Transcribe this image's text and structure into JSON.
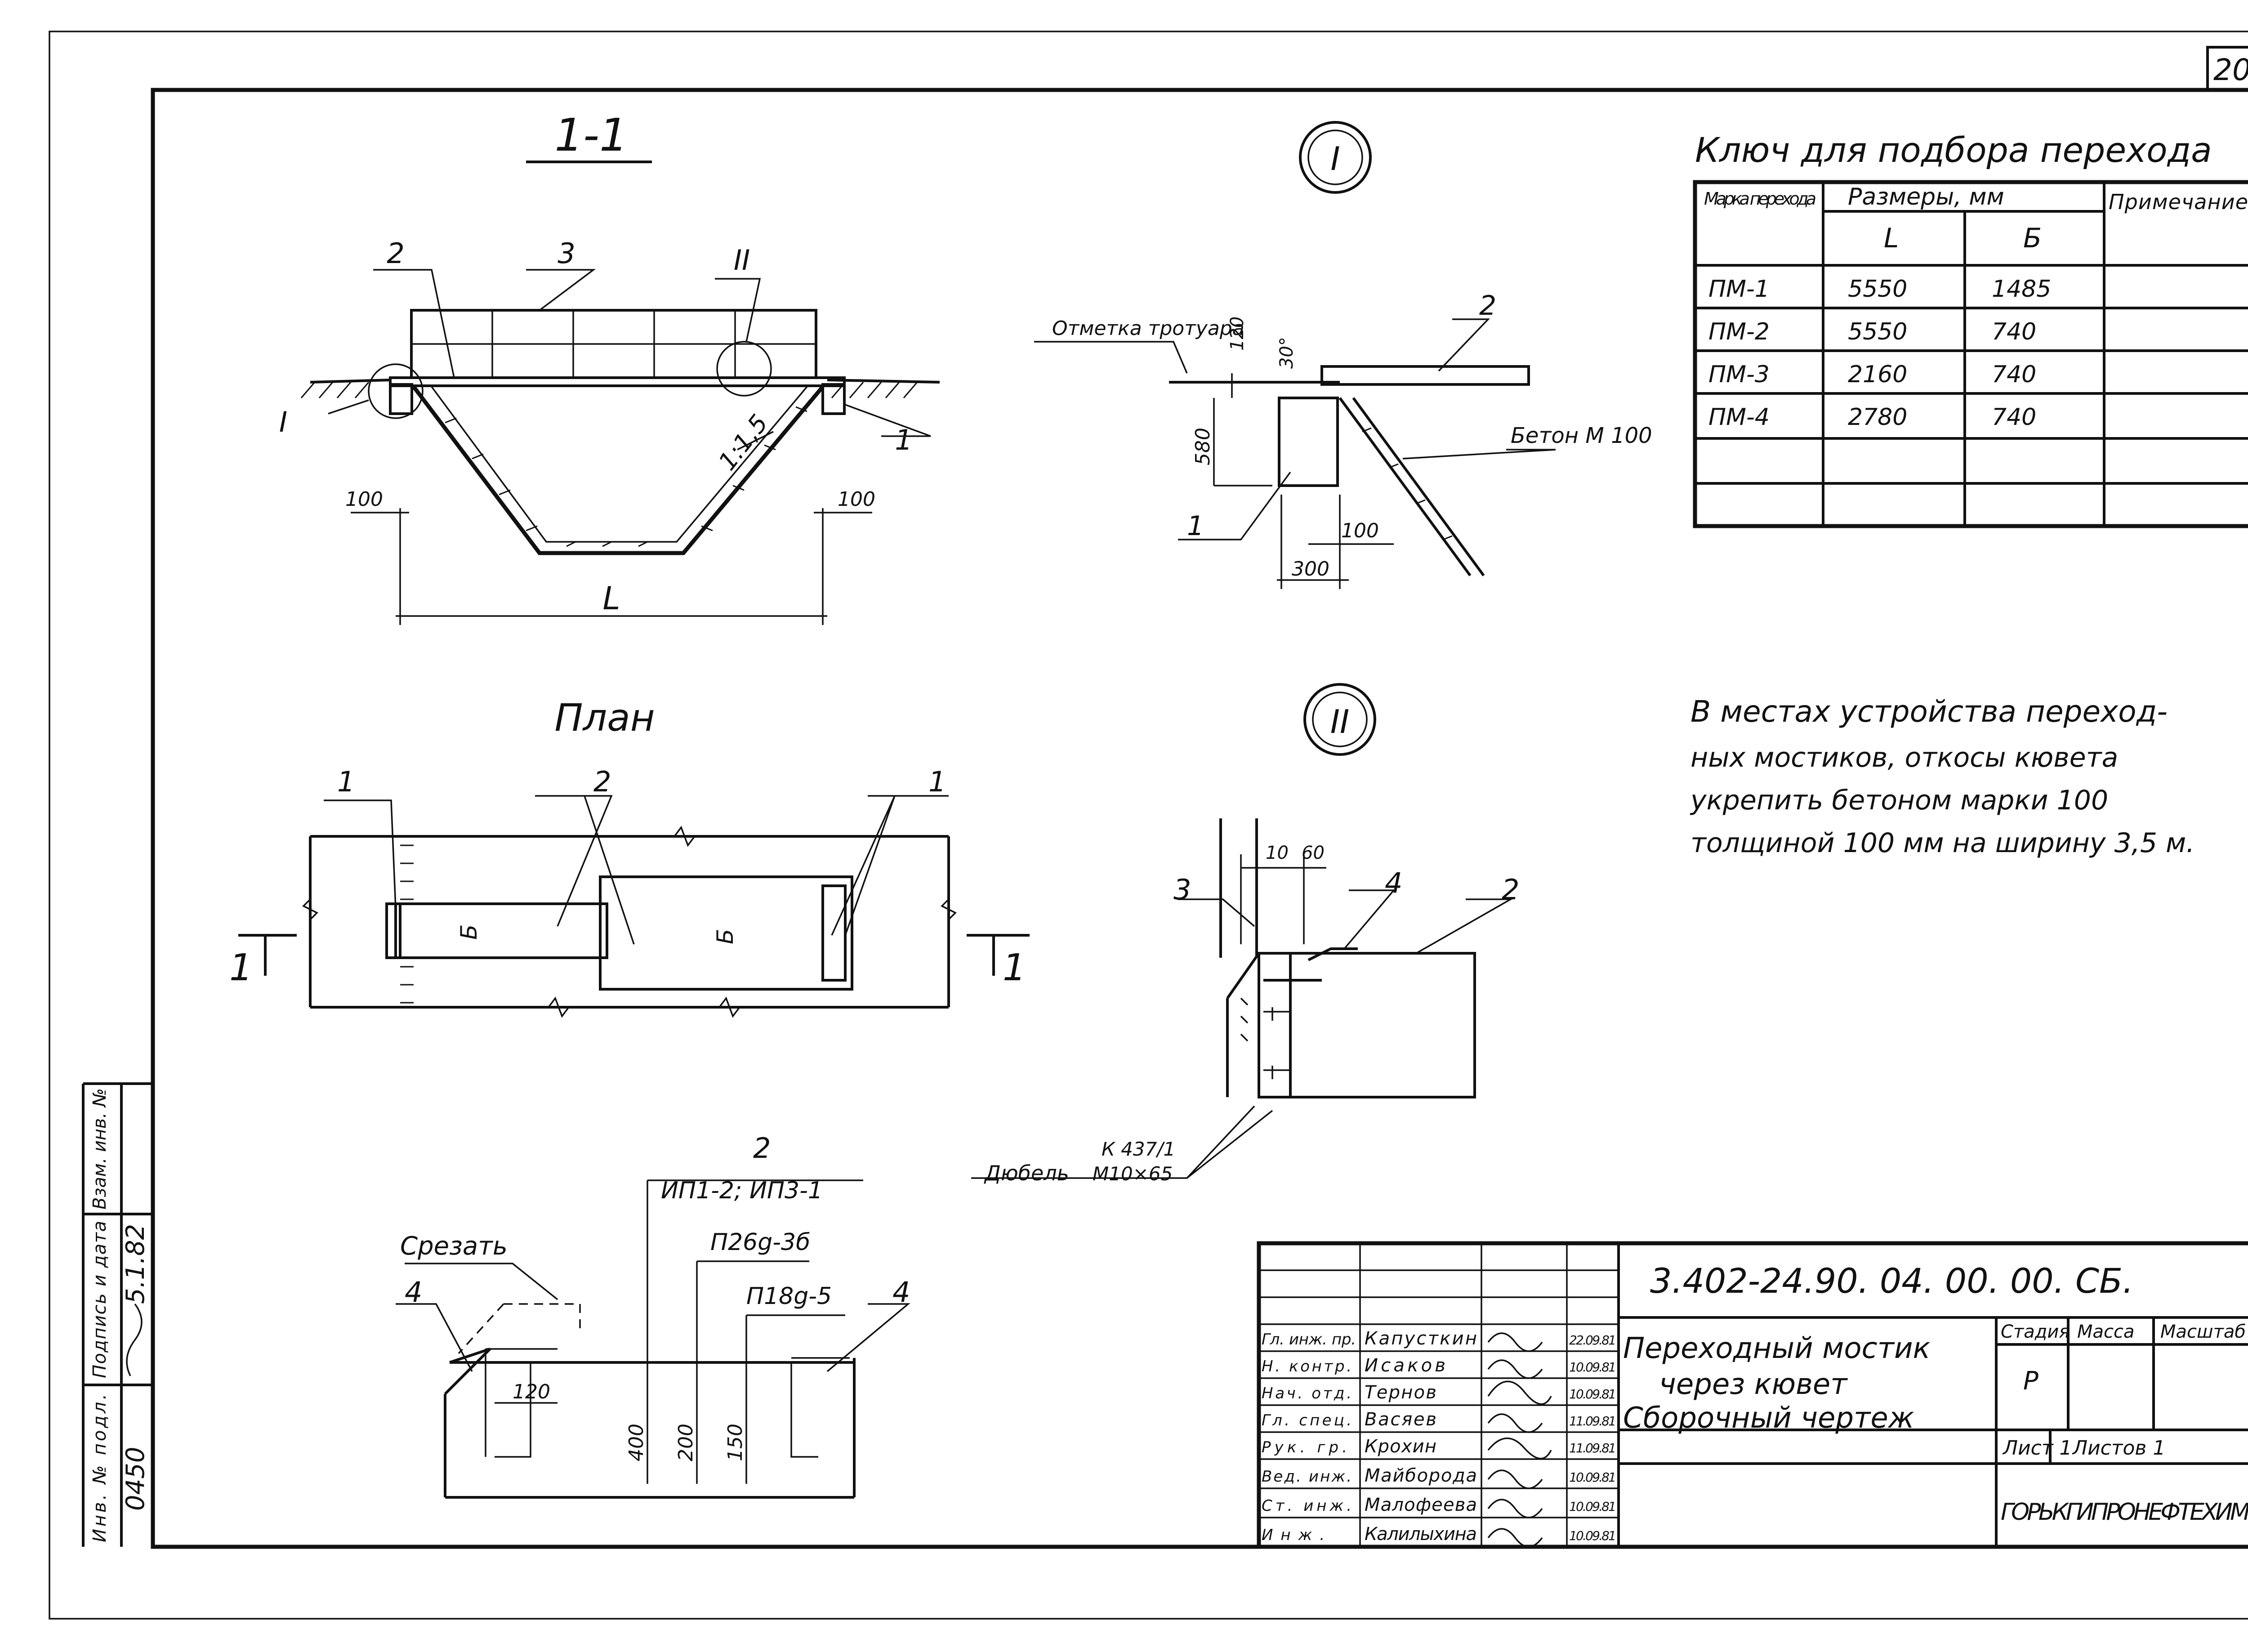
{
  "sheet_number": "20",
  "section_title": "1-1",
  "plan_title": "План",
  "detail_I_label": "I",
  "detail_II_label": "II",
  "section_labels": {
    "pos1": "1",
    "pos2": "2",
    "pos3": "3",
    "mark_I": "I",
    "mark_II": "II",
    "dim_left": "100",
    "dim_right": "100",
    "slope": "1:1,5",
    "length": "L"
  },
  "detail_I": {
    "pos1": "1",
    "pos2": "2",
    "sidewalk_mark": "Отметка тротуара",
    "dim_120": "120",
    "angle": "30°",
    "dim_580": "580",
    "dim_300": "300",
    "dim_100": "100",
    "concrete": "Бетон М 100"
  },
  "plan": {
    "pos1_left": "1",
    "pos2": "2",
    "pos1_right": "1",
    "cut_left": "1",
    "cut_right": "1",
    "dim_b1": "Б",
    "dim_b2": "Б"
  },
  "detail_II": {
    "pos3": "3",
    "pos4": "4",
    "pos2": "2",
    "dim_10": "10",
    "dim_60": "60",
    "dowel_label": "Дюбель",
    "dowel_top": "К 437/1",
    "dowel_bottom": "М10×65"
  },
  "profile": {
    "cut_label": "Срезать",
    "pos4_left": "4",
    "pos4_right": "4",
    "pos2": "2",
    "mark_top": "ИП1-2; ИП3-1",
    "mark_mid": "П26g-3б",
    "mark_low": "П18g-5",
    "dim_120": "120",
    "dim_400": "400",
    "dim_200": "200",
    "dim_150": "150"
  },
  "key_table": {
    "title": "Ключ для подбора перехода",
    "col_mark": "Марка перехода",
    "col_sizes": "Размеры, мм",
    "col_L": "L",
    "col_B": "Б",
    "col_note": "Примечание",
    "rows": [
      {
        "mark": "ПМ-1",
        "L": "5550",
        "B": "1485",
        "note": ""
      },
      {
        "mark": "ПМ-2",
        "L": "5550",
        "B": "740",
        "note": ""
      },
      {
        "mark": "ПМ-3",
        "L": "2160",
        "B": "740",
        "note": ""
      },
      {
        "mark": "ПМ-4",
        "L": "2780",
        "B": "740",
        "note": ""
      },
      {
        "mark": "",
        "L": "",
        "B": "",
        "note": ""
      },
      {
        "mark": "",
        "L": "",
        "B": "",
        "note": ""
      }
    ]
  },
  "note_lines": [
    "В местах устройства переход-",
    "ных мостиков, откосы кювета",
    "укрепить бетоном марки 100",
    "толщиной 100 мм на ширину 3,5 м."
  ],
  "title_block": {
    "doc_code": "3.402-24.90. 04. 00. 00. СБ.",
    "title_lines": [
      "Переходный мостик",
      "через кювет",
      "Сборочный чертеж"
    ],
    "stage_label": "Стадия",
    "mass_label": "Масса",
    "scale_label": "Масштаб",
    "stage_value": "Р",
    "sheet_label": "Лист 1",
    "sheets_label": "Листов 1",
    "org": "ГОРЬКГИПРОНЕФТЕХИМ",
    "staff": [
      {
        "role": "Гл. инж. пр.",
        "name": "Капусткин",
        "date": "22.09.81"
      },
      {
        "role": "Н. контр.",
        "name": "Исаков",
        "date": "10.09.81"
      },
      {
        "role": "Нач. отд.",
        "name": "Тернов",
        "date": "10.09.81"
      },
      {
        "role": "Гл. спец.",
        "name": "Васяев",
        "date": "11.09.81"
      },
      {
        "role": "Рук. гр.",
        "name": "Крохин",
        "date": "11.09.81"
      },
      {
        "role": "Вед. инж.",
        "name": "Майборода",
        "date": "10.09.81"
      },
      {
        "role": "Ст. инж.",
        "name": "Малофеева",
        "date": "10.09.81"
      },
      {
        "role": "Инж.",
        "name": "Калилыхина",
        "date": "10.09.81"
      }
    ]
  },
  "side_stamp": {
    "inv_orig": "Инв. № подл.",
    "sign_date": "Подпись и дата",
    "inv_replace": "Взам. инв. №",
    "inv_value": "0450",
    "sign_value": "5.1.82"
  }
}
